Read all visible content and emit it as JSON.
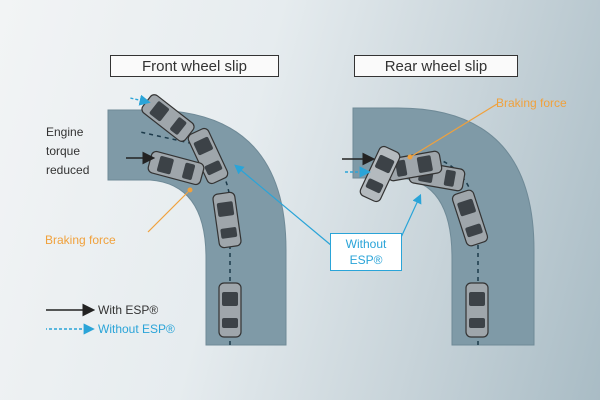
{
  "panels": {
    "front": {
      "title": "Front wheel slip"
    },
    "rear": {
      "title": "Rear wheel slip"
    }
  },
  "labels": {
    "engine": [
      "Engine",
      "torque",
      "reduced"
    ],
    "braking_front": "Braking force",
    "braking_rear": "Braking force",
    "without_esp": [
      "Without",
      "ESP®"
    ]
  },
  "legend": {
    "with_esp": "With ESP®",
    "without_esp": "Without ESP®"
  },
  "colors": {
    "road": "#7f9aa7",
    "road_edge": "#6f8a97",
    "orange": "#f0a13c",
    "blue": "#2aa4d8",
    "dark": "#222222"
  }
}
